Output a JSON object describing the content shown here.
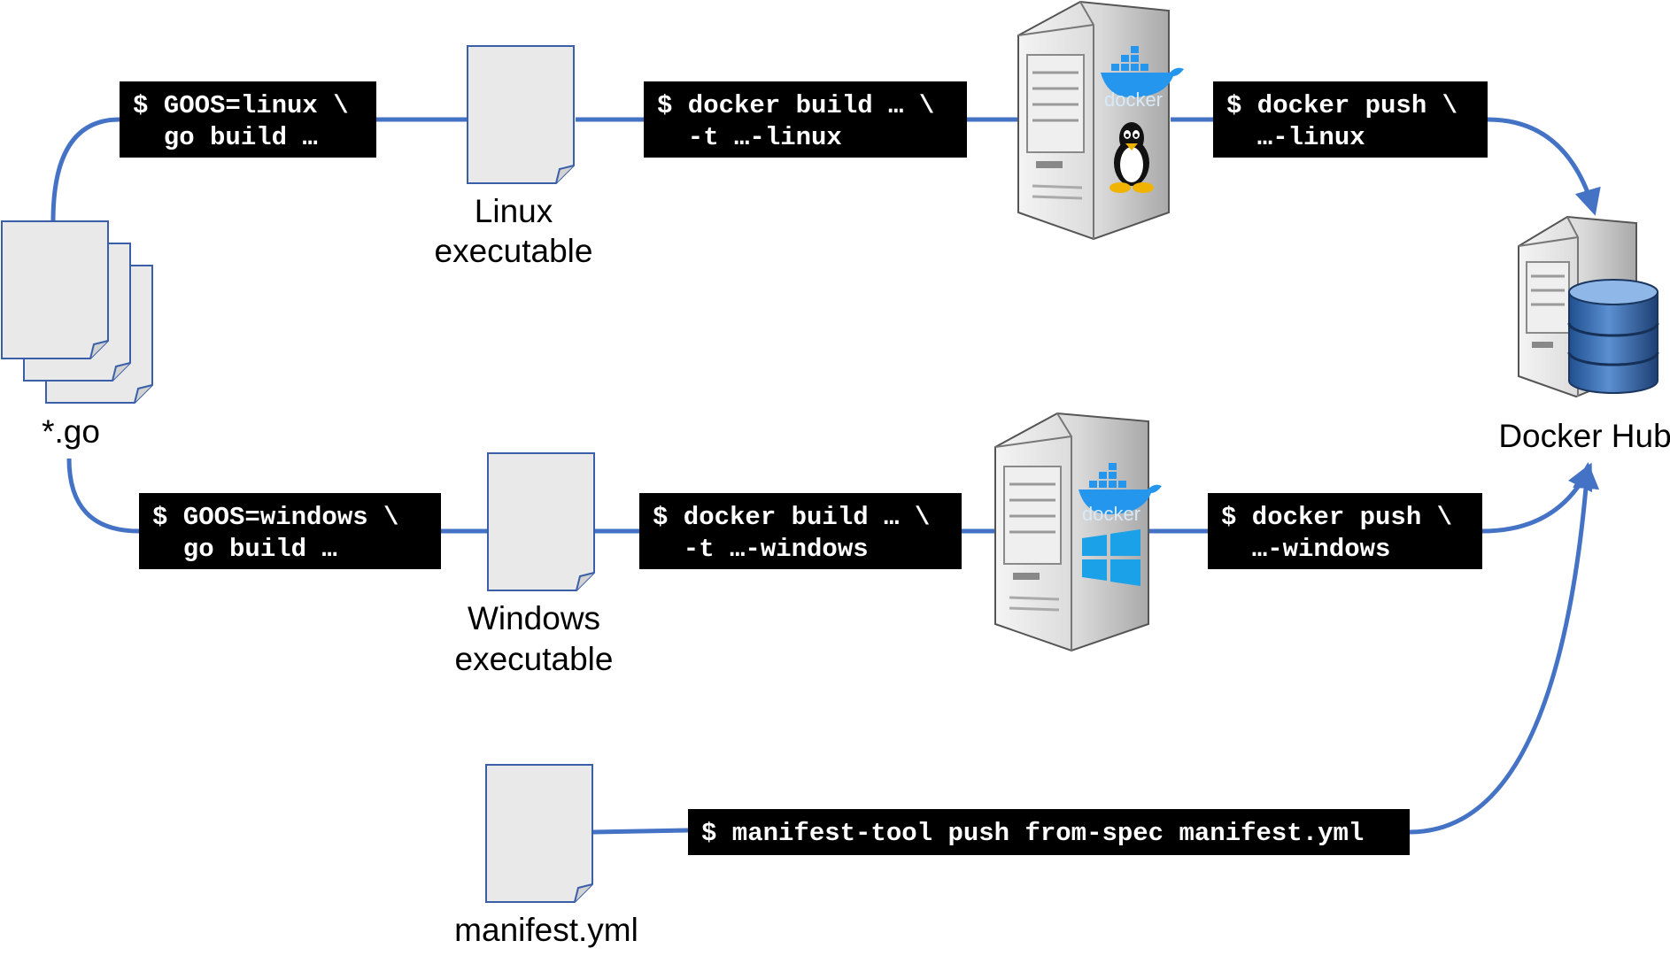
{
  "source_files": {
    "label": "*.go"
  },
  "linux": {
    "build_cmd": [
      "$ GOOS=linux \\",
      "  go build …"
    ],
    "artifact_label": [
      "Linux",
      "executable"
    ],
    "docker_build_cmd": [
      "$ docker build … \\",
      "  -t …-linux"
    ],
    "host_os_icon": "tux-penguin-icon",
    "push_cmd": [
      "$ docker push \\",
      "  …-linux"
    ]
  },
  "windows": {
    "build_cmd": [
      "$ GOOS=windows \\",
      "  go build …"
    ],
    "artifact_label": [
      "Windows",
      "executable"
    ],
    "docker_build_cmd": [
      "$ docker build … \\",
      "  -t …-windows"
    ],
    "host_os_icon": "windows-logo-icon",
    "push_cmd": [
      "$ docker push \\",
      "  …-windows"
    ]
  },
  "manifest": {
    "file_label": "manifest.yml",
    "push_cmd": "$ manifest-tool push from-spec manifest.yml"
  },
  "docker_hub": {
    "label": "Docker Hub"
  },
  "docker_logo_text": "docker",
  "colors": {
    "connector": "#4472c4",
    "command_bg": "#000000",
    "command_text": "#ffffff",
    "doc_fill": "#e9e9e9",
    "doc_stroke": "#3a5fa8",
    "docker_blue": "#2496ed",
    "windows_blue": "#1aa1e8"
  }
}
